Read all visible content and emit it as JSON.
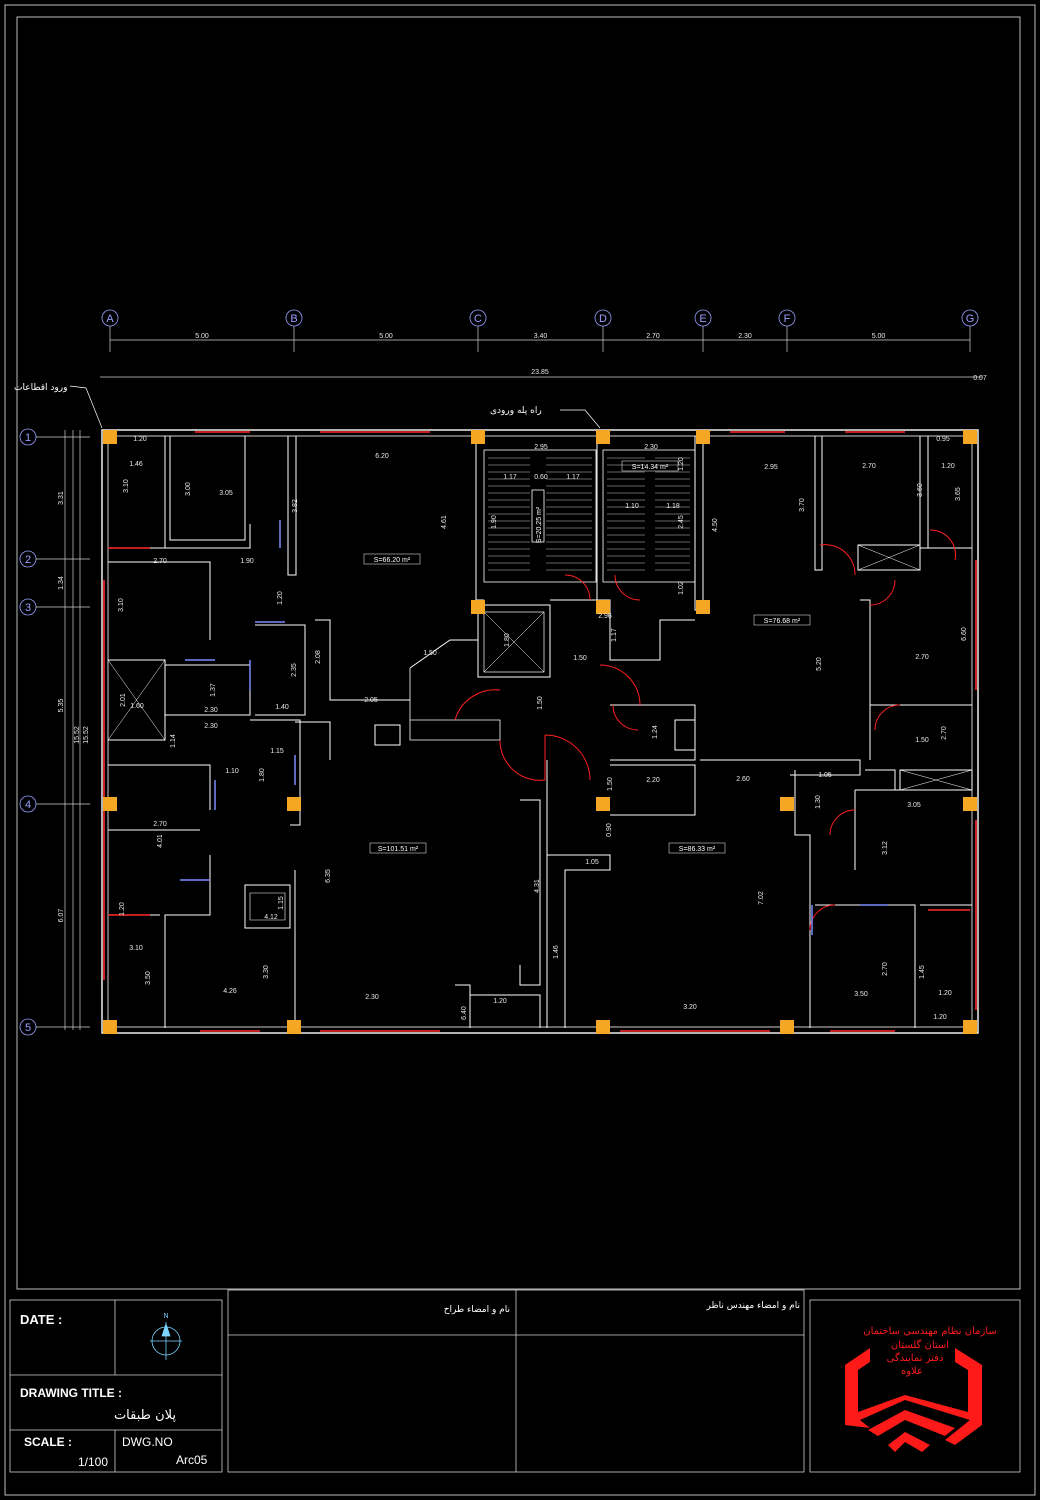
{
  "plan": {
    "grid_columns": [
      "A",
      "B",
      "C",
      "D",
      "E",
      "F",
      "G"
    ],
    "grid_rows": [
      "1",
      "2",
      "3",
      "4",
      "5"
    ],
    "column_spacings": [
      "5.00",
      "5.00",
      "3.40",
      "2.70",
      "2.30",
      "5.00"
    ],
    "overall_width": "23.85",
    "overall_extra": "0.07",
    "overall_height_a": "15.52",
    "overall_height_b": "15.52",
    "row_spacings": [
      "3.31",
      "1.34",
      "5.35",
      "6.07"
    ],
    "annotation_left": "ورود اقطاعات",
    "annotation_top": "راه پله ورودی",
    "areas": [
      "S=66.20 m²",
      "S=20.25 m²",
      "S=14.34 m²",
      "S=76.68 m²",
      "S=101.51 m²",
      "S=86.33 m²"
    ],
    "dimensions": [
      "1.20",
      "1.46",
      "3.10",
      "3.00",
      "3.05",
      "3.82",
      "6.20",
      "4.61",
      "2.95",
      "1.17",
      "0.60",
      "1.17",
      "2.30",
      "1.20",
      "1.10",
      "1.18",
      "2.45",
      "4.50",
      "2.95",
      "3.70",
      "2.70",
      "3.60",
      "0.95",
      "1.20",
      "3.65",
      "2.70",
      "1.90",
      "3.10",
      "1.20",
      "1.80",
      "2.96",
      "1.17",
      "1.50",
      "5.20",
      "2.70",
      "6.60",
      "2.01",
      "1.60",
      "1.37",
      "2.30",
      "1.40",
      "2.35",
      "2.08",
      "2.05",
      "1.50",
      "1.50",
      "1.24",
      "2.70",
      "1.50",
      "2.30",
      "1.14",
      "1.15",
      "1.10",
      "1.80",
      "2.20",
      "2.60",
      "1.05",
      "3.05",
      "1.30",
      "2.70",
      "4.01",
      "6.35",
      "4.31",
      "1.05",
      "7.02",
      "3.12",
      "0.90",
      "1.15",
      "4.12",
      "1.46",
      "3.10",
      "3.50",
      "3.30",
      "4.26",
      "2.30",
      "1.20",
      "6.40",
      "3.20",
      "2.70",
      "3.50",
      "1.45",
      "1.20",
      "1.20",
      "1.20",
      "1.50",
      "1.02",
      "1.90"
    ]
  },
  "title_block": {
    "date_label": "DATE :",
    "north_label": "N",
    "drawing_title_label": "DRAWING TITLE :",
    "drawing_title_value": "پلان طبقات",
    "scale_label": "SCALE :",
    "scale_value": "1/100",
    "dwg_no_label": "DWG.NO",
    "dwg_no_value": "Arc05",
    "field_1": "نام و امضاء طراح",
    "field_2": "نام و امضاء مهندس ناظر",
    "org_line_1": "سازمان نظام مهندسی ساختمان",
    "org_line_2": "استان گلستان",
    "org_line_3": "دفتر نمایندگی",
    "org_line_4": "علاوه"
  },
  "colors": {
    "background": "#000000",
    "lines": "#ffffff",
    "columns": "#f5a623",
    "doors": "#ff2020",
    "windows": "#ff3030",
    "stamp": "#ff1a1a"
  }
}
